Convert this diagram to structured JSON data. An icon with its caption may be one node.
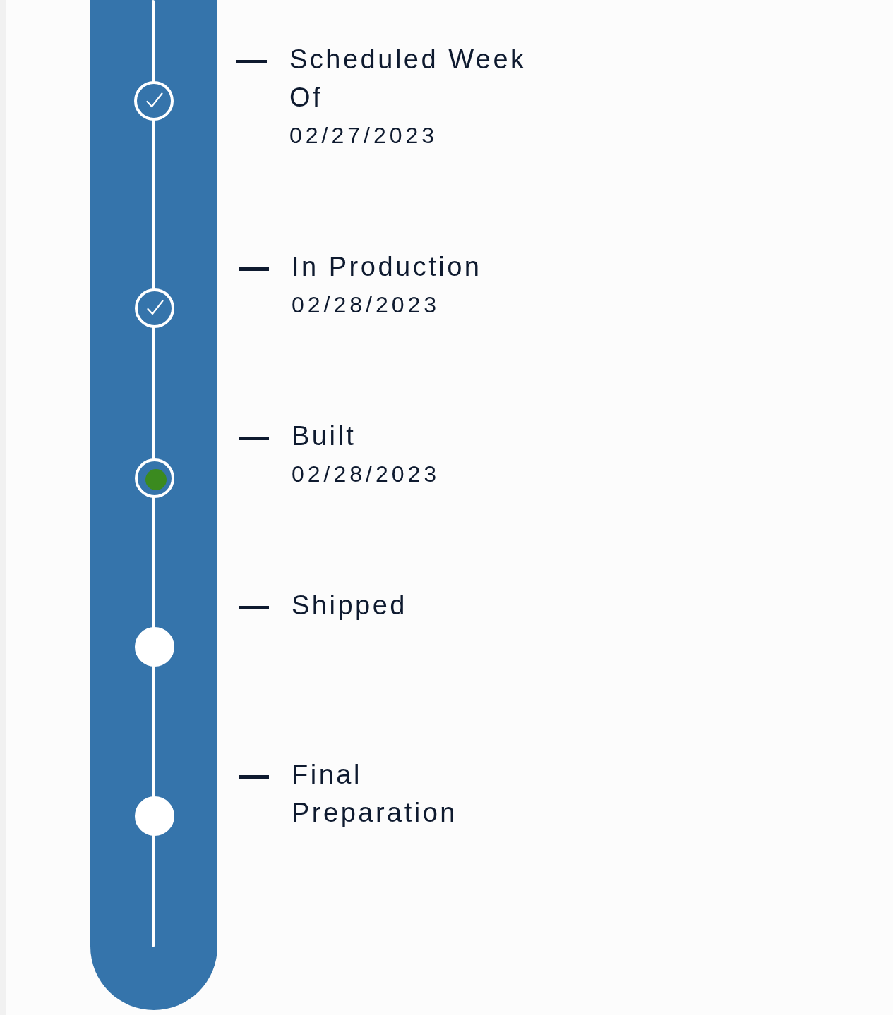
{
  "diagram": {
    "nodes": [
      {
        "text": [],
        "shape": "circle",
        "beside": [
          "Scheduled Week Of",
          "02/27/2023"
        ]
      },
      {
        "text": [],
        "shape": "circle",
        "beside": [
          "In Production",
          "02/28/2023"
        ]
      },
      {
        "text": [],
        "shape": "circle",
        "beside": [
          "Built",
          "02/28/2023"
        ]
      },
      {
        "text": [],
        "shape": "circle"
      },
      {
        "text": [],
        "shape": "circle"
      }
    ],
    "edges": [
      {
        "from": null,
        "to": 0,
        "arrow": "none"
      },
      {
        "from": 0,
        "to": 1,
        "arrow": "none"
      },
      {
        "from": 1,
        "to": 2,
        "arrow": "none"
      },
      {
        "from": 2,
        "to": 3,
        "arrow": "none"
      },
      {
        "from": 3,
        "to": 4,
        "arrow": "none"
      },
      {
        "from": 4,
        "to": null,
        "arrow": "none"
      }
    ],
    "labels": [
      "Shipped",
      "Final Preparation"
    ]
  }
}
